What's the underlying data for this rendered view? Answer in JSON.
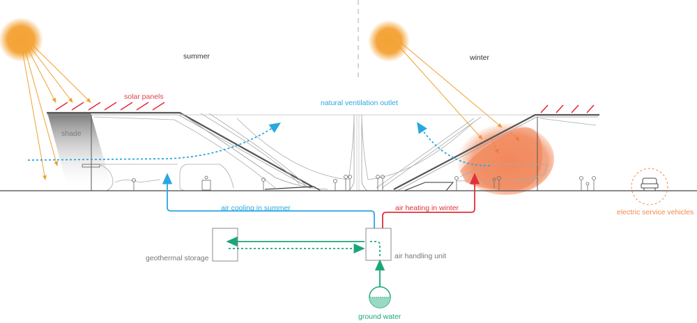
{
  "labels": {
    "summer": "summer",
    "winter": "winter",
    "solar_panels": "solar panels",
    "shade": "shade",
    "natural_ventilation_outlet": "natural ventilation outlet",
    "air_cooling": "air cooling in summer",
    "air_heating": "air heating in winter",
    "geothermal_storage": "geothermal storage",
    "air_handling_unit": "air handling unit",
    "ground_water": "ground water",
    "electric_service_vehicles": "electric service vehicles"
  },
  "colors": {
    "sun": "#f4a233",
    "sun_ray": "#f0a030",
    "solar_panel": "#e8283a",
    "solar_label": "#e0404a",
    "ventilation": "#29a8e0",
    "cooling": "#29a8e0",
    "heating": "#e0303a",
    "geothermal": "#1aa57a",
    "heat_glow": "#f08050",
    "vehicle": "#f08a4a",
    "structure": "#555555",
    "text_dark": "#333333",
    "text_grey": "#777777"
  }
}
